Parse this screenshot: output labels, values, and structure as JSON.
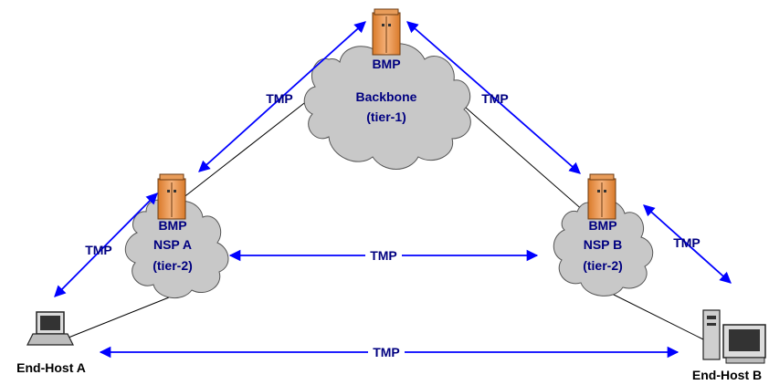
{
  "diagram": {
    "backbone": {
      "protocol": "BMP",
      "name": "Backbone",
      "tier": "(tier-1)"
    },
    "nsp_a": {
      "protocol": "BMP",
      "name": "NSP A",
      "tier": "(tier-2)"
    },
    "nsp_b": {
      "protocol": "BMP",
      "name": "NSP B",
      "tier": "(tier-2)"
    },
    "host_a": {
      "label": "End-Host A"
    },
    "host_b": {
      "label": "End-Host B"
    },
    "links": {
      "backbone_nspa": "TMP",
      "backbone_nspb": "TMP",
      "nspa_nspb": "TMP",
      "nspa_hosta": "TMP",
      "nspb_hostb": "TMP",
      "hosta_hostb": "TMP"
    },
    "colors": {
      "cloud_fill": "#c8c8c8",
      "arrow": "#0000ff",
      "server": "#f4a460"
    }
  }
}
